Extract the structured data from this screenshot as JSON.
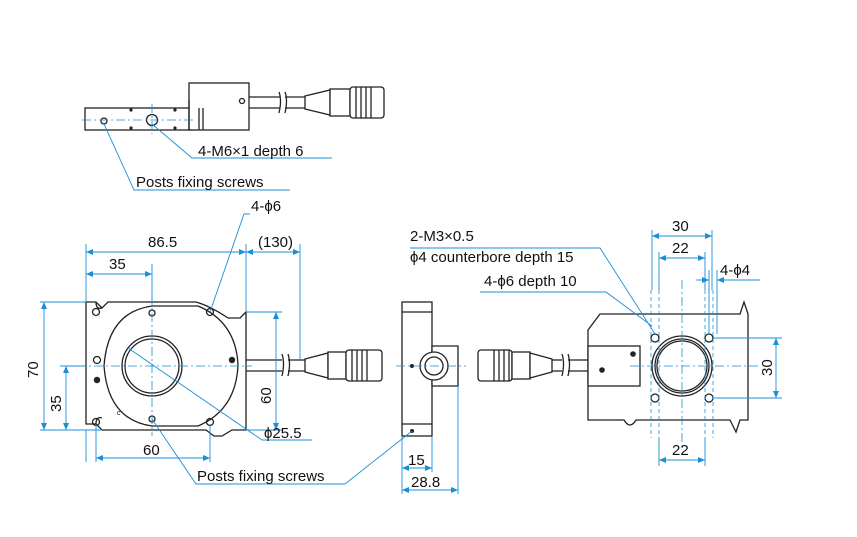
{
  "labels": {
    "tap_top": "4-M6×1 depth 6",
    "posts_top": "Posts fixing screws",
    "holes_4phi6": "4-ϕ6",
    "dim_86_5": "86.5",
    "dim_130": "(130)",
    "dim_35_h": "35",
    "dim_70": "70",
    "dim_35_v": "35",
    "dim_60_v": "60",
    "dim_60_h": "60",
    "dim_phi25_5": "ϕ25.5",
    "posts_bottom": "Posts fixing screws",
    "dim_15": "15",
    "dim_28_8": "28.8",
    "m3_line1": "2-M3×0.5",
    "m3_line2": "ϕ4 counterbore depth 15",
    "holes_4phi6_depth": "4-ϕ6 depth 10",
    "dim_30_top": "30",
    "dim_22_top": "22",
    "holes_4phi4": "4-ϕ4",
    "dim_30_side": "30",
    "dim_22_bottom": "22"
  },
  "colors": {
    "outline": "#222222",
    "dimension": "#1a8fd8"
  },
  "icons": [
    "connector-plug",
    "cable-break-mark"
  ]
}
